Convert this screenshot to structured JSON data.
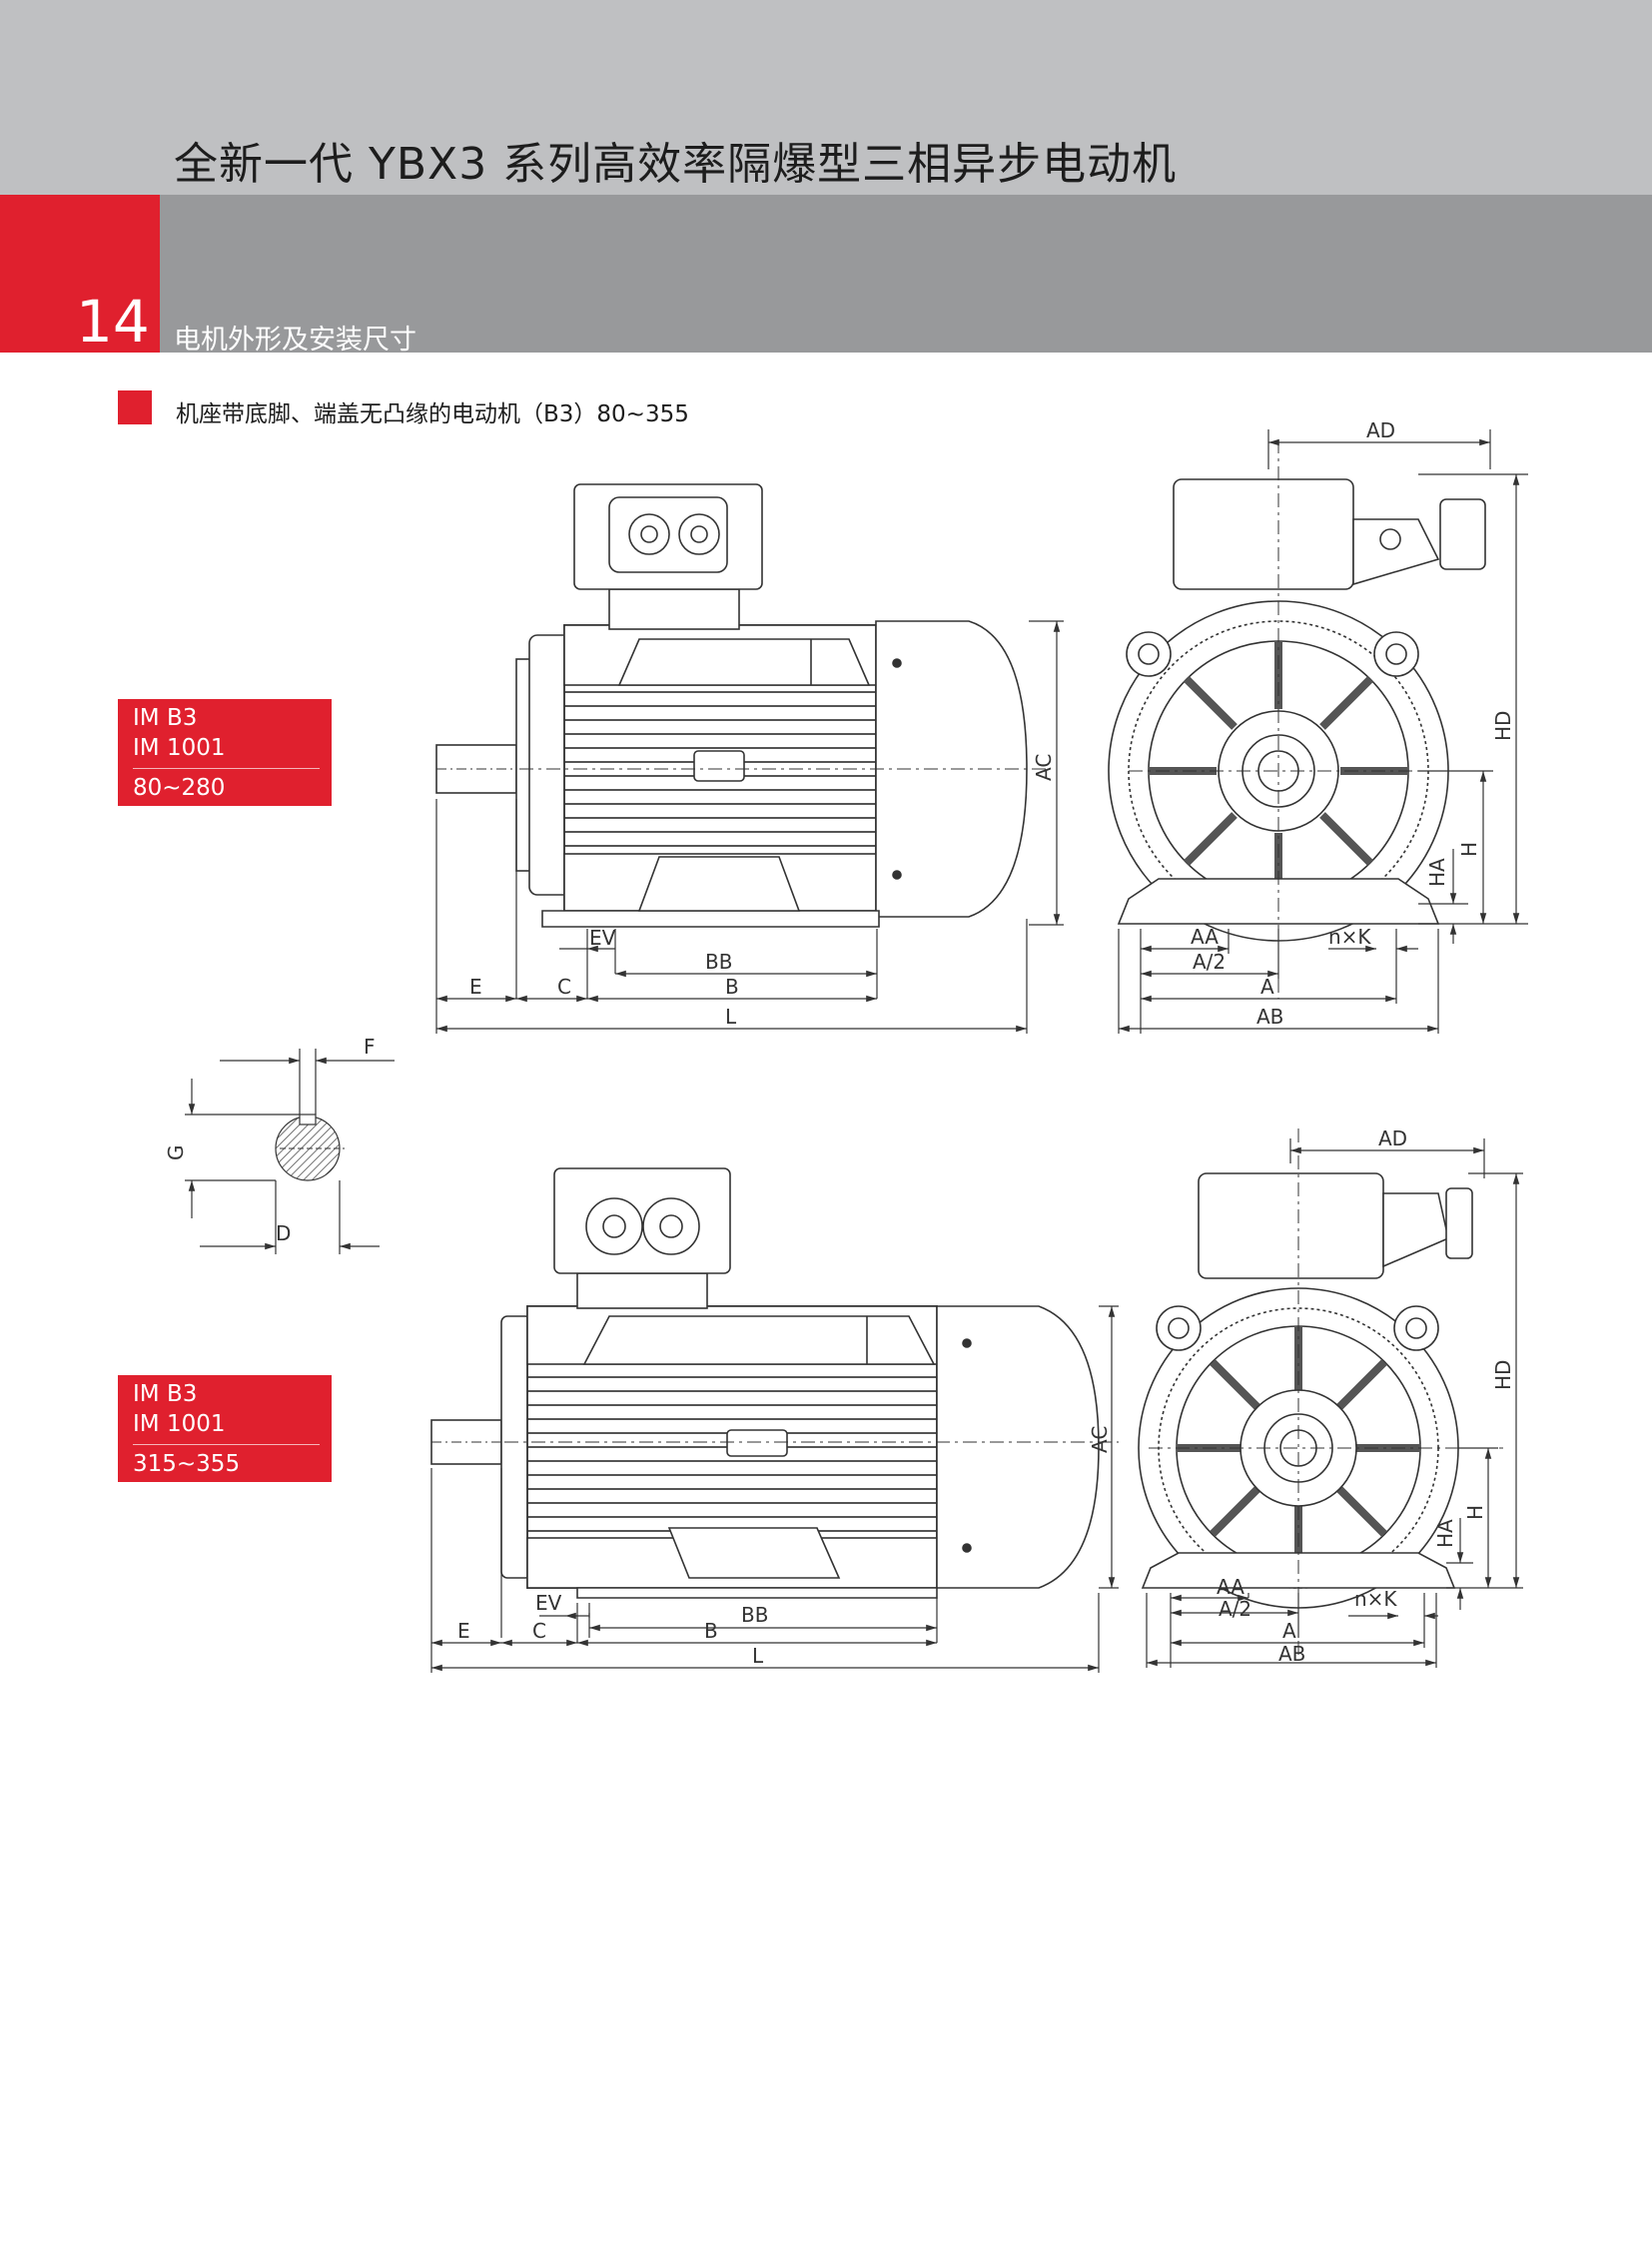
{
  "header": {
    "title": "全新一代 YBX3 系列高效率隔爆型三相异步电动机",
    "page_number": "14",
    "section_title": "电机外形及安装尺寸"
  },
  "subtitle": "机座带底脚、端盖无凸缘的电动机（B3）80~355",
  "labels": [
    {
      "line1": "IM B3",
      "line2": "IM 1001",
      "range": "80~280"
    },
    {
      "line1": "IM B3",
      "line2": "IM 1001",
      "range": "315~355"
    }
  ],
  "dims": {
    "AD": "AD",
    "AC": "AC",
    "HD": "HD",
    "H": "H",
    "HA": "HA",
    "AA": "AA",
    "A2": "A/2",
    "A": "A",
    "AB": "AB",
    "nK": "n×K",
    "EV": "EV",
    "BB": "BB",
    "B": "B",
    "E": "E",
    "C": "C",
    "L": "L",
    "F": "F",
    "G": "G",
    "D": "D"
  },
  "colors": {
    "accent_red": "#e0202e",
    "band_light": "#bfc0c2",
    "band_dark": "#98999b"
  }
}
